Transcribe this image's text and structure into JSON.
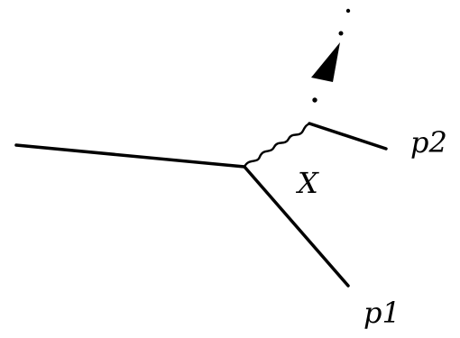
{
  "labels": {
    "p2": "p2",
    "x": "X",
    "p1": "p1"
  },
  "colors": {
    "line": "#000000",
    "background": "#ffffff"
  }
}
